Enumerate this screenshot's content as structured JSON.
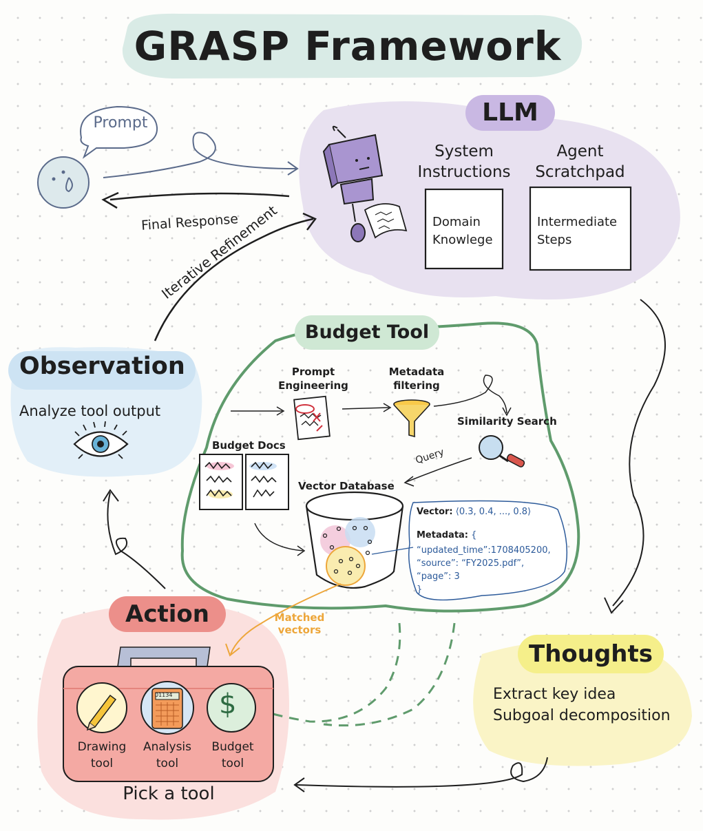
{
  "title": "GRASP Framework",
  "user": {
    "prompt_label": "Prompt",
    "final_response_label": "Final Response"
  },
  "llm": {
    "label": "LLM",
    "system_instructions_title": "System\nInstructions",
    "system_instructions_body": "Domain\nKnowlege",
    "scratchpad_title": "Agent\nScratchpad",
    "scratchpad_body": "Intermediate\nSteps"
  },
  "iterative_refinement_label": "Iterative Refinement",
  "observation": {
    "label": "Observation",
    "subtitle": "Analyze tool output"
  },
  "budget_tool": {
    "label": "Budget Tool",
    "prompt_engineering": "Prompt\nEngineering",
    "metadata_filtering": "Metadata\nfiltering",
    "similarity_search": "Similarity Search",
    "query_label": "Query",
    "budget_docs": "Budget Docs",
    "vector_database": "Vector Database",
    "vector_key": "Vector:",
    "vector_value": "⟨0.3, 0.4, ..., 0.8⟩",
    "metadata_key": "Metadata:",
    "metadata_open": "{",
    "metadata_lines": [
      "“updated_time”:1708405200,",
      "“source”: “FY2025.pdf”,",
      "“page”: 3",
      "}"
    ]
  },
  "matched_vectors_label": "Matched\nvectors",
  "action": {
    "label": "Action",
    "tools": [
      {
        "label": "Drawing\ntool",
        "icon": "pencil-icon"
      },
      {
        "label": "Analysis\ntool",
        "icon": "calculator-icon"
      },
      {
        "label": "Budget\ntool",
        "icon": "dollar-icon"
      }
    ],
    "calculator_display": "01134",
    "footer": "Pick a tool"
  },
  "thoughts": {
    "label": "Thoughts",
    "lines": [
      "Extract key idea",
      "Subgoal decomposition"
    ]
  },
  "colors": {
    "title_bg": "#d9ebe6",
    "llm_blob": "#e8e1f0",
    "llm_chip": "#c9b8e3",
    "robot": "#a995d0",
    "budget_chip": "#cfe8d4",
    "budget_border": "#5f9b6c",
    "observation_bg": "#e2eff8",
    "action_bg": "#fbe0de",
    "action_chip": "#ec8f8a",
    "case": "#f4a9a3",
    "handle": "#b7bfd6",
    "thoughts_bg": "#faf4c6",
    "thoughts_chip": "#f5ef8a",
    "matched": "#eda63a",
    "meta_blue": "#2c5a9a",
    "user_blue": "#5a6a8a"
  }
}
